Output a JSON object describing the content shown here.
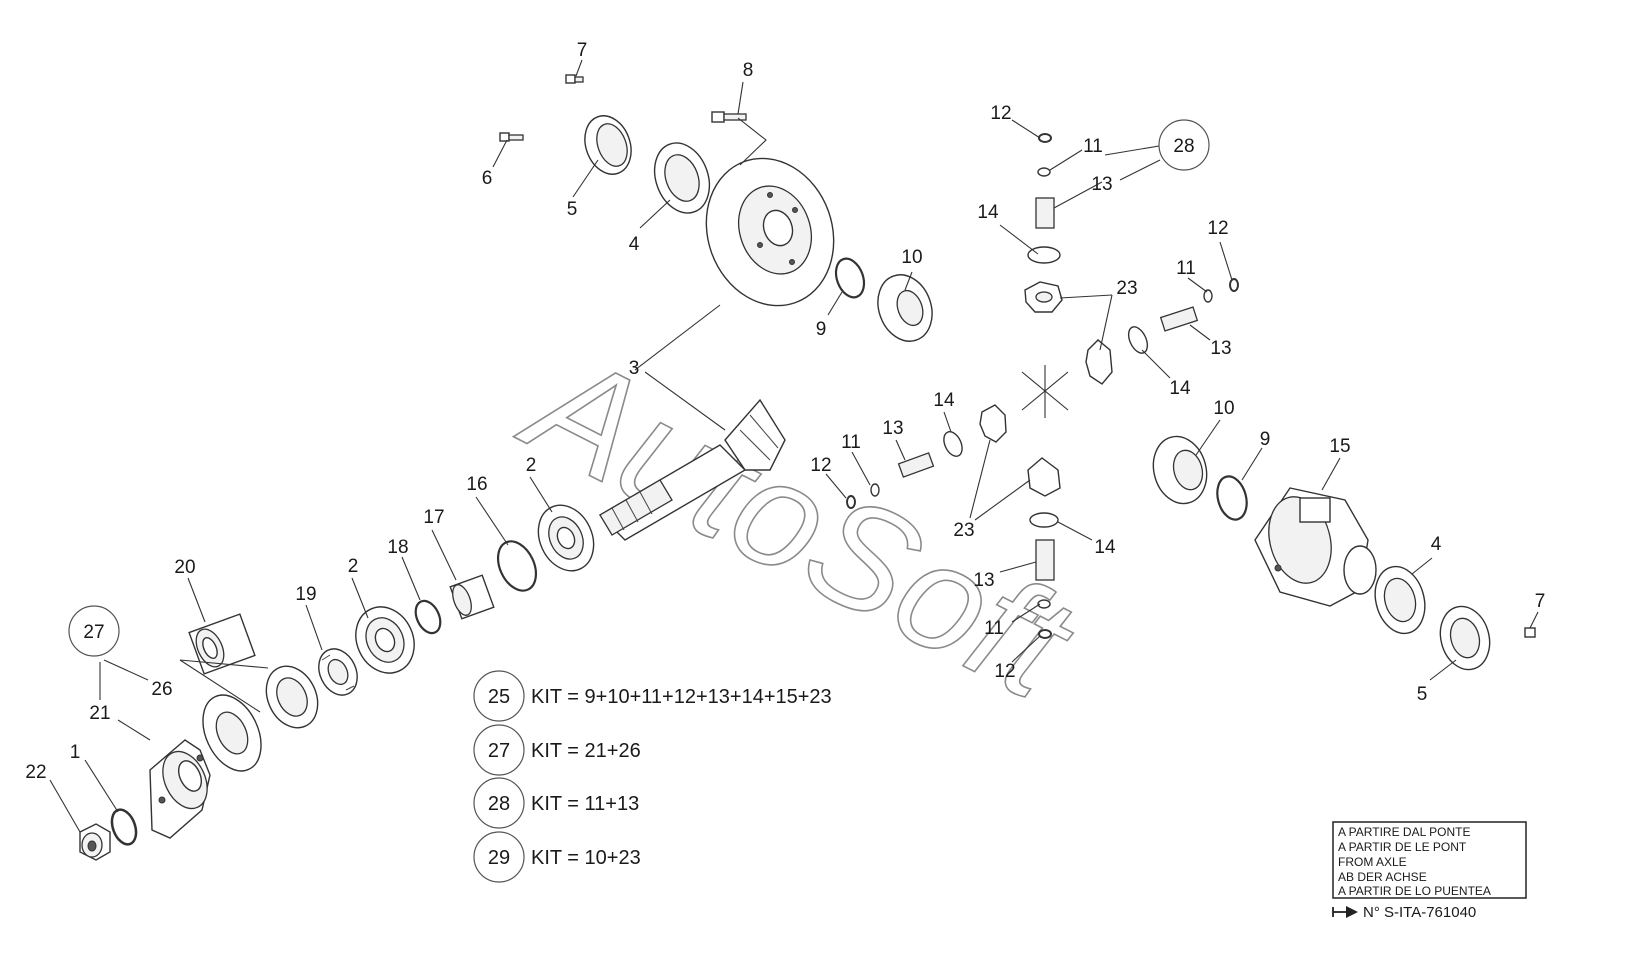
{
  "watermark": "AutoSoft",
  "callouts": [
    "1",
    "2",
    "2",
    "3",
    "4",
    "4",
    "5",
    "5",
    "6",
    "7",
    "7",
    "8",
    "9",
    "9",
    "10",
    "10",
    "11",
    "11",
    "11",
    "11",
    "12",
    "12",
    "12",
    "12",
    "13",
    "13",
    "13",
    "13",
    "14",
    "14",
    "14",
    "14",
    "15",
    "16",
    "17",
    "18",
    "19",
    "20",
    "21",
    "22",
    "23",
    "23",
    "26"
  ],
  "kit_badges": {
    "b27": "27",
    "b28": "28"
  },
  "kits": [
    {
      "num": "25",
      "text": "KIT = 9+10+11+12+13+14+15+23"
    },
    {
      "num": "27",
      "text": "KIT = 21+26"
    },
    {
      "num": "28",
      "text": "KIT = 11+13"
    },
    {
      "num": "29",
      "text": "KIT = 10+23"
    }
  ],
  "note_lines": [
    "A PARTIRE DAL PONTE",
    "A PARTIR DE LE PONT",
    "FROM AXLE",
    "AB DER ACHSE",
    "A PARTIR DE LO PUENTEA"
  ],
  "serial": "N° S-ITA-761040",
  "icons": {
    "serial_arrow": "arrow-right-icon"
  }
}
